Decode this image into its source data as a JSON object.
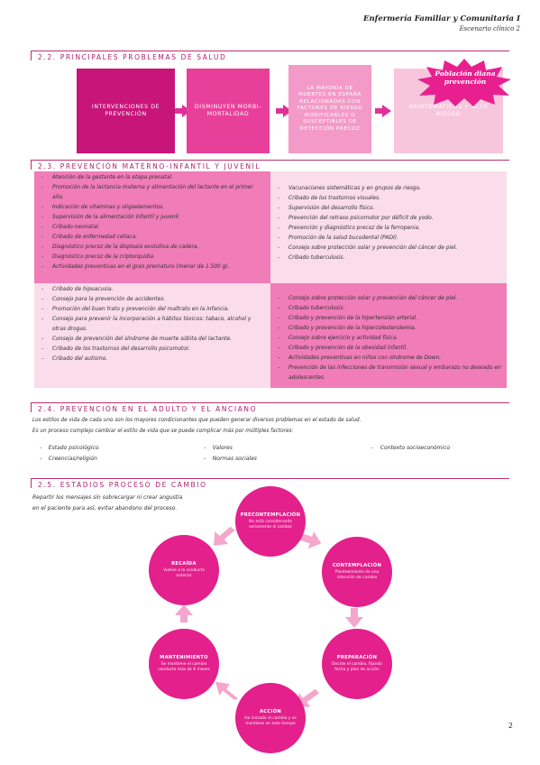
{
  "header": {
    "title": "Enfermería Familiar y Comunitaria I",
    "subtitle": "Escenario clínico 2"
  },
  "section22": {
    "title": "2.2. PRINCIPALES PROBLEMAS DE SALUD",
    "boxes": [
      "INTERVENCIONES DE PREVENCIÓN",
      "DISMINUYEN MORBI-MORTALIDAD",
      "LA MAYORÍA DE MUERTES EN ESPAÑA RELACIONADAS CON FACTORES DE RIESGO MODIFICABLES O SUSCEPTIBLES DE DETECCIÓN PRECOZ",
      "ASINTOMÁTICOS + ALTO RIESGO"
    ],
    "burst": "Población diana prevención",
    "colors": {
      "box1": "#c8157a",
      "box2": "#e8409a",
      "box3": "#f49ac8",
      "box4": "#f7c6dd"
    }
  },
  "section23": {
    "title": "2.3. PREVENCIÓN MATERNO-INFANTIL Y JUVENIL",
    "top_left": [
      "Atención de la gestante en la etapa prenatal.",
      "Promoción de la lactancia materna y alimentación del lactante en el primer año.",
      "Indicación de vitaminas y oligoelementos.",
      "Supervisión de la alimentación infantil y juvenil.",
      "Cribado neonatal.",
      "Cribado de enfermedad celíaca.",
      "Diagnóstico precoz de la displasia evolutiva de cadera.",
      "Diagnóstico precoz de la criptorquidia.",
      "Actividades preventivas en el gran prematuro (menor de 1.500 g)."
    ],
    "top_right": [
      "Vacunaciones sistemáticas y en grupos de riesgo.",
      "Cribado de los trastornos visuales.",
      "Supervisión del desarrollo físico.",
      "Prevención del retraso psicomotor por déficit de yodo.",
      "Prevención y diagnóstico precoz de la ferropenia.",
      "Promoción de la salud bucodental (PADI).",
      "Consejo sobre protección solar y prevención del cáncer de piel.",
      "Cribado tuberculosis."
    ],
    "bottom_left": [
      "Cribado de hipoacusia.",
      "Consejo para la prevención de accidentes.",
      "Promoción del buen trato y prevención del maltrato en la infancia.",
      "Consejo para prevenir la incorporación a hábitos tóxicos: tabaco, alcohol y otras drogas.",
      "Consejo de prevención del síndrome de muerte súbita del lactante.",
      "Cribado de los trastornos del desarrollo psicomotor.",
      "Cribado del autismo."
    ],
    "bottom_right": [
      "Consejo sobre protección solar y prevención del cáncer de piel.",
      "Cribado tuberculosis.",
      "Cribado y prevención de la hipertensión arterial.",
      "Cribado y prevención de la hipercolesterolemia.",
      "Consejo sobre ejercicio y actividad física.",
      "Cribado y prevención de la obesidad infantil.",
      "Actividades preventivas en niños con síndrome de Down.",
      "Prevención de las infecciones de transmisión sexual y embarazo no deseado en adolescentes."
    ],
    "colors": {
      "tl": "#f07cb8",
      "tr": "#fbdceb",
      "bl": "#fbdceb",
      "br": "#f07cb8"
    }
  },
  "section24": {
    "title": "2.4. PREVENCIÓN EN EL ADULTO Y EL ANCIANO",
    "line1": "Los estilos de vida de cada uno son los mayores condicionantes que pueden generar diversos problemas en el estado de salud.",
    "line2": "Es un proceso complejo cambiar el estilo de vida que se puede complicar más por múltiples factores:",
    "factors": [
      "Estado psicológico",
      "Valores",
      "Contexto socioeconómico",
      "Creencias/religión",
      "Normas sociales"
    ]
  },
  "section25": {
    "title": "2.5. ESTADIOS PROCESO DE CAMBIO",
    "intro1": "Repartir los mensajes sin sobrecargar ni crear angustia",
    "intro2": "en el paciente para así, evitar abandono del proceso.",
    "stages": [
      {
        "title": "PRECONTEMPLACIÓN",
        "desc": "No está considerando seriamente el cambio"
      },
      {
        "title": "CONTEMPLACIÓN",
        "desc": "Planteamiento de una intención de cambio"
      },
      {
        "title": "PREPARACIÓN",
        "desc": "Decide el cambio, fijando fecha y plan de acción"
      },
      {
        "title": "ACCIÓN",
        "desc": "Ha iniciado el cambio y se mantiene en este tiempo"
      },
      {
        "title": "MANTENIMIENTO",
        "desc": "Se mantiene el cambio conducta más de 6 meses"
      },
      {
        "title": "RECAÍDA",
        "desc": "Vuelve a la conducta anterior"
      }
    ],
    "colors": {
      "circle": "#e3208c",
      "arrow": "#f4a6cb"
    }
  },
  "page_number": "2"
}
